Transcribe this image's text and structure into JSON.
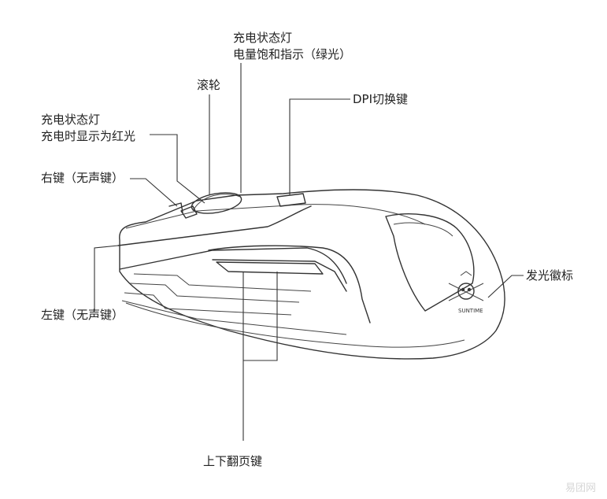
{
  "labels": {
    "charge_indicator_full_l1": "充电状态灯",
    "charge_indicator_full_l2": "电量饱和指示（绿光）",
    "scroll_wheel": "滚轮",
    "charge_indicator_red_l1": "充电状态灯",
    "charge_indicator_red_l2": "充电时显示为红光",
    "right_button": "右键（无声键）",
    "left_button": "左键（无声键）",
    "dpi_switch": "DPI切换键",
    "glowing_logo": "发光徽标",
    "page_up_down": "上下翻页键"
  },
  "logo_text": "SUNTIME",
  "watermark": "易团网"
}
